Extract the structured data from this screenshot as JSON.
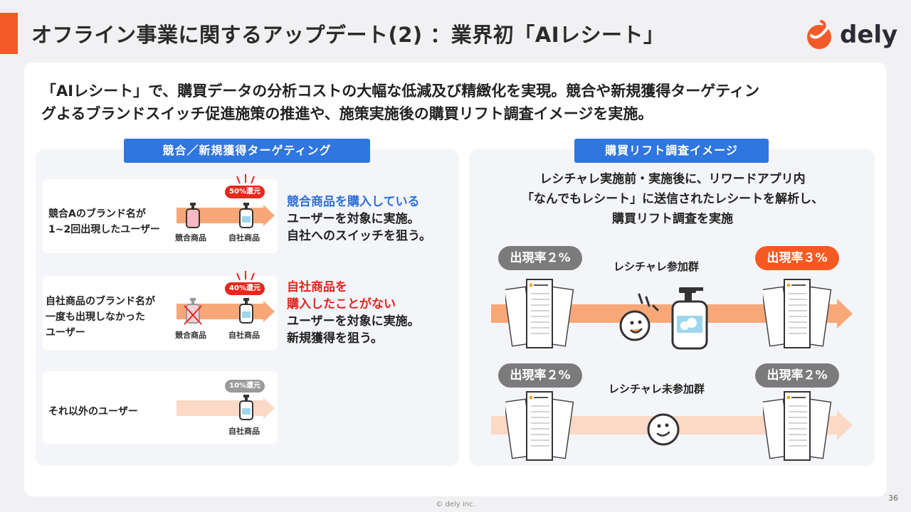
{
  "header": {
    "title": "オフライン事業に関するアップデート(2) ：業界初「AIレシート」",
    "logo_text": "dely"
  },
  "lead": {
    "line1": "「AIレシート」で、購買データの分析コストの大幅な低減及び精緻化を実現。競合や新規獲得ターゲティン",
    "line2": "グよるブランドスイッチ促進施策の推進や、施策実施後の購買リフト調査イメージを実施。"
  },
  "left": {
    "tag": "競合／新規獲得ターゲティング",
    "rows": [
      {
        "label_lines": [
          "競合Aのブランド名が",
          "1~2回出現したユーザー"
        ],
        "badge": "50%還元",
        "products": [
          "競合商品",
          "自社商品"
        ],
        "desc_highlight": "競合商品を購入している",
        "desc_lines": [
          "ユーザーを対象に実施。",
          "自社へのスイッチを狙う。"
        ]
      },
      {
        "label_lines": [
          "自社商品のブランド名が",
          "一度も出現しなかった",
          "ユーザー"
        ],
        "badge": "40%還元",
        "products": [
          "競合商品",
          "自社商品"
        ],
        "desc_highlight_lines": [
          "自社商品を",
          "購入したことがない"
        ],
        "desc_lines": [
          "ユーザーを対象に実施。",
          "新規獲得を狙う。"
        ]
      },
      {
        "label_lines": [
          "それ以外のユーザー"
        ],
        "badge": "10%還元",
        "products": [
          "自社商品"
        ]
      }
    ]
  },
  "right": {
    "tag": "購買リフト調査イメージ",
    "text_lines": [
      "レシチャレ実施前・実施後に、リワードアプリ内",
      "「なんでもレシート」に送信されたレシートを解析し、",
      "購買リフト調査を実施"
    ],
    "group1": {
      "label": "レシチャレ参加群",
      "before": "出現率２%",
      "after": "出現率３%"
    },
    "group2": {
      "label": "レシチャレ未参加群",
      "before": "出現率２%",
      "after": "出現率２%"
    }
  },
  "colors": {
    "accent": "#f25a2a",
    "blue": "#2f76e0",
    "red": "#e8271d",
    "orange_pill": "#f65a20",
    "arrow_strong": "#f8a878",
    "arrow_light": "#fbd9c6"
  },
  "footer": {
    "copyright": "© dely inc.",
    "page": "36"
  }
}
